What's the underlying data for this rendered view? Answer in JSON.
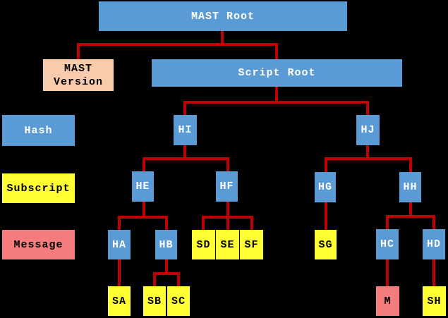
{
  "colors": {
    "background": "#000000",
    "node-blue": "#5B9BD5",
    "node-yellow": "#FFFF33",
    "node-salmon": "#F47C7C",
    "node-peach": "#F8CBAD",
    "connector-red": "#C00000",
    "text-light": "#FFFFFF",
    "text-dark": "#000000"
  },
  "legend": {
    "hash_label": "Hash",
    "subscript_label": "Subscript",
    "message_label": "Message"
  },
  "tree": {
    "mast_root": "MAST Root",
    "mast_version": "MAST Version",
    "script_root": "Script Root",
    "hi": "HI",
    "hj": "HJ",
    "he": "HE",
    "hf": "HF",
    "hg": "HG",
    "hh": "HH",
    "ha": "HA",
    "hb": "HB",
    "sd": "SD",
    "se": "SE",
    "sf": "SF",
    "sg": "SG",
    "hc": "HC",
    "hd": "HD",
    "sa": "SA",
    "sb": "SB",
    "sc": "SC",
    "m": "M",
    "sh": "SH"
  }
}
